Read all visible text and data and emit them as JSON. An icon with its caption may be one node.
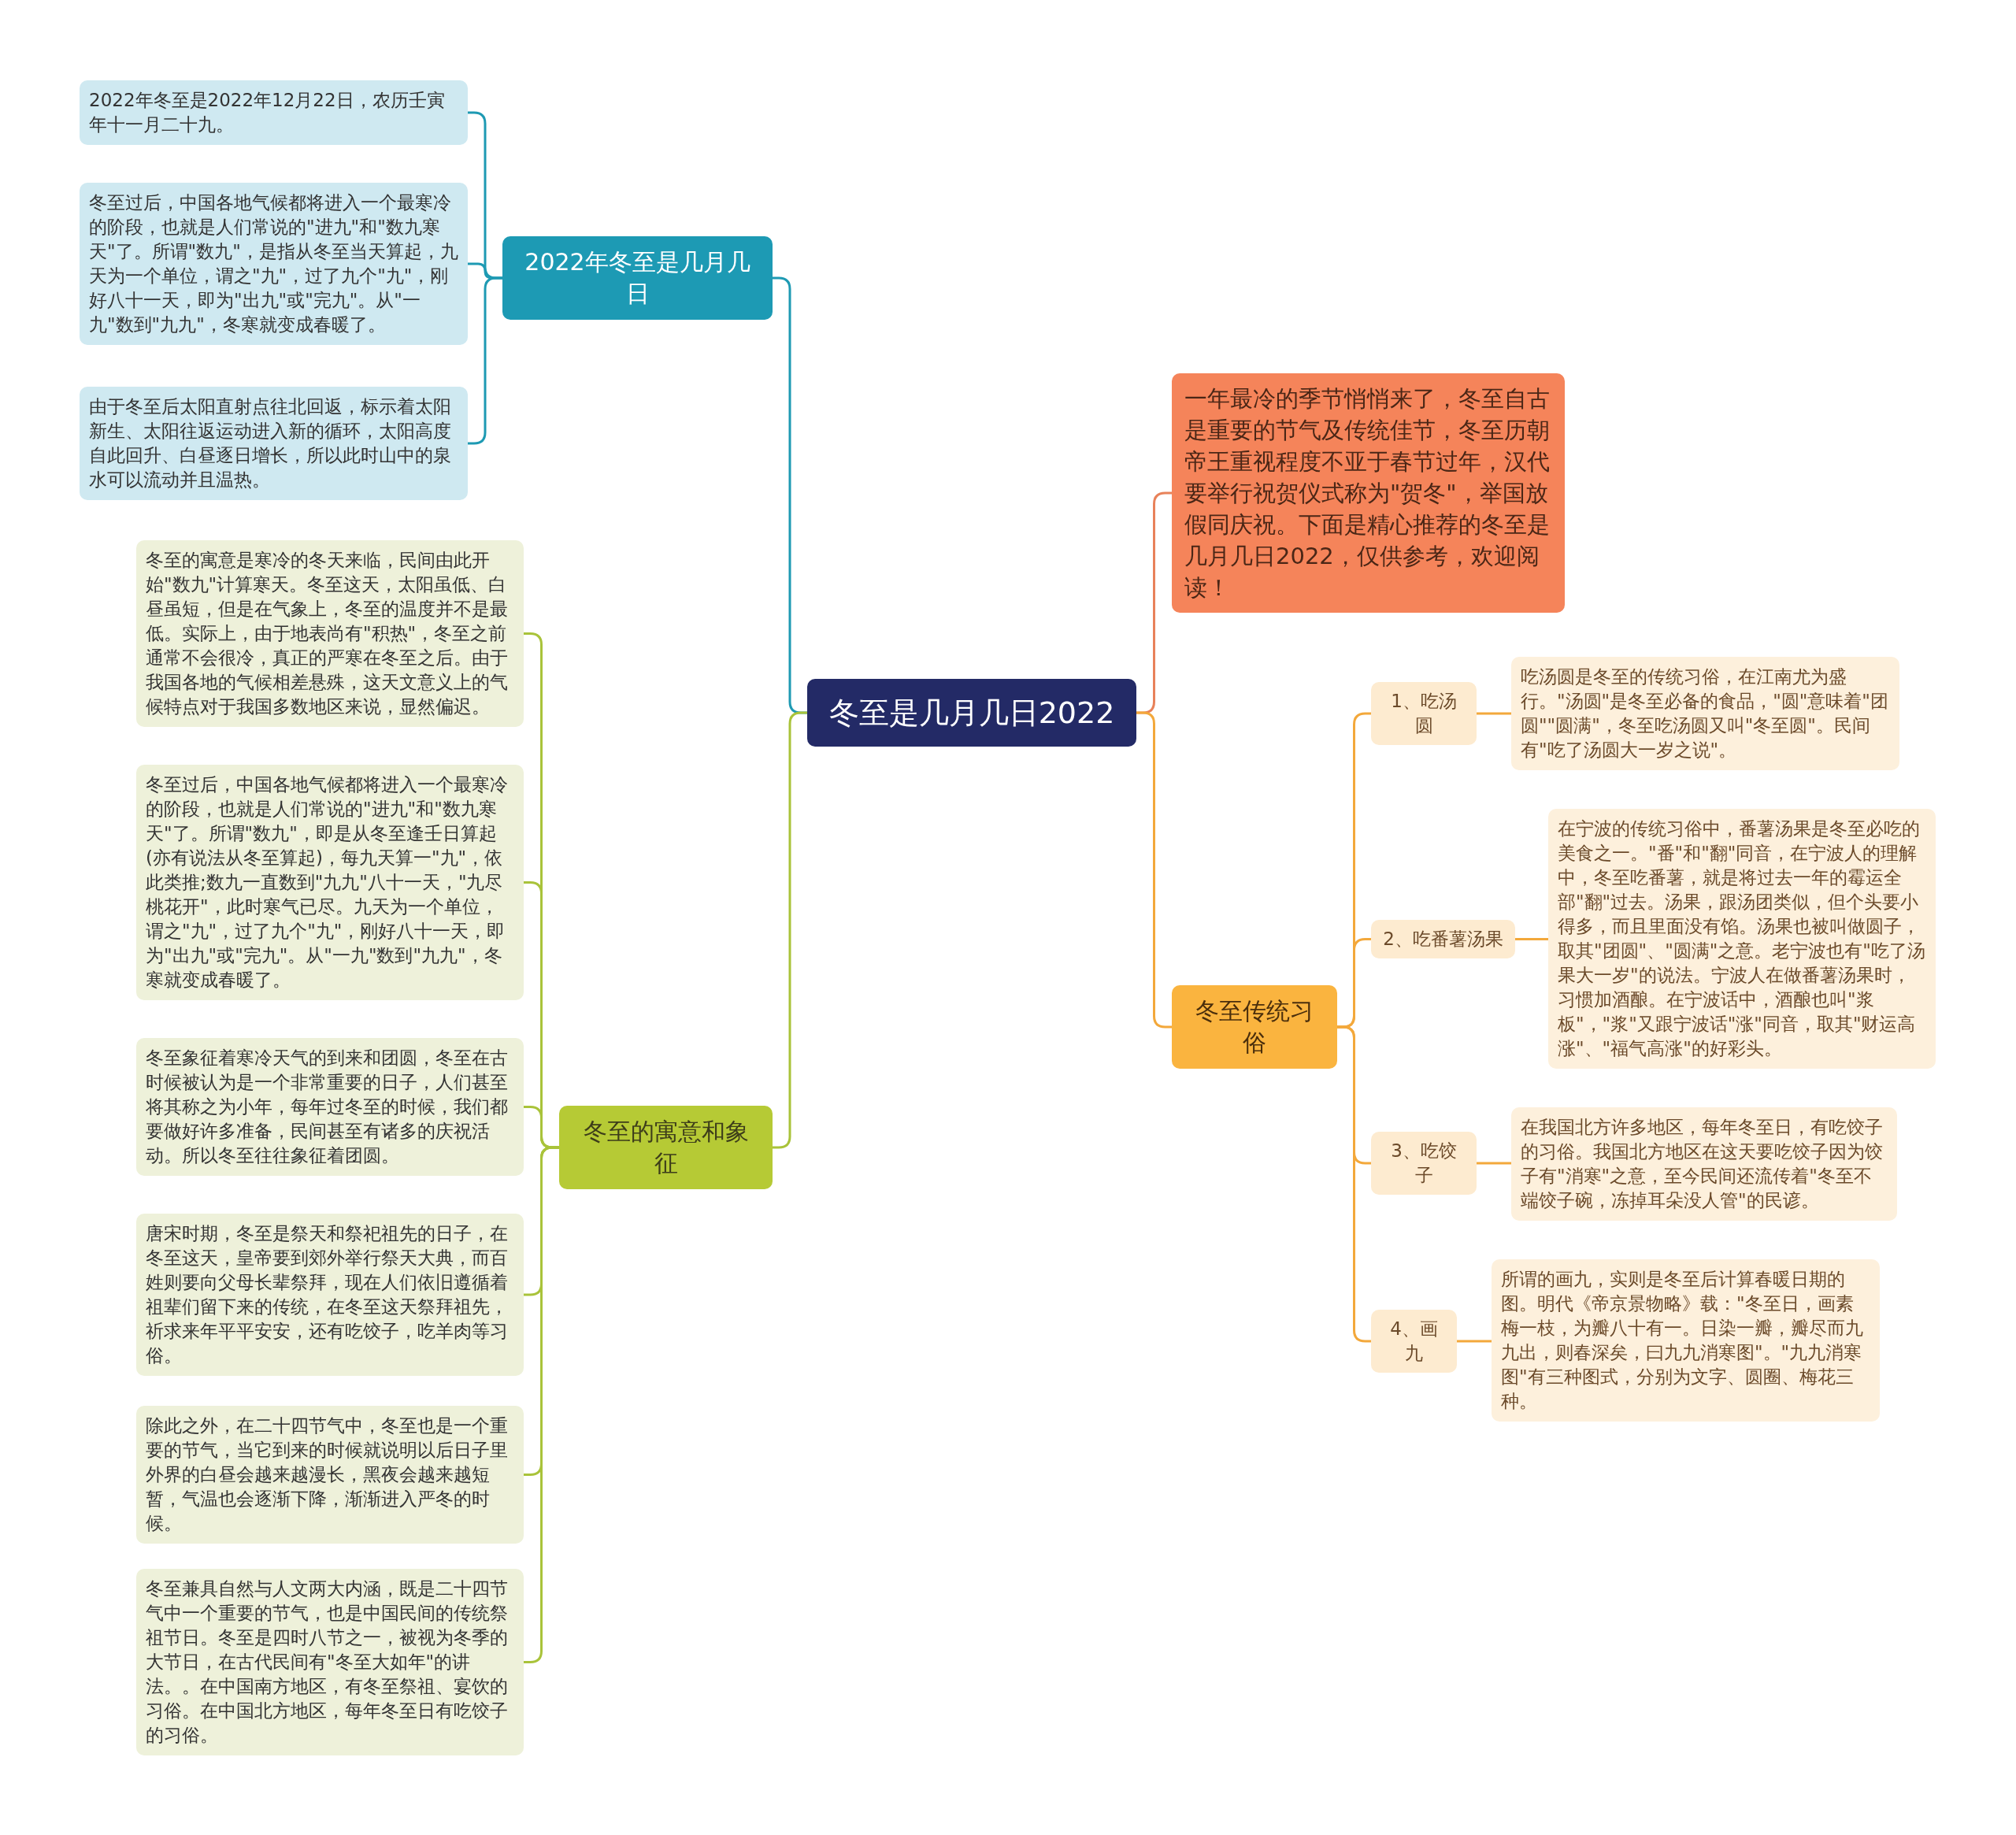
{
  "diagram": {
    "nodes": [
      {
        "text": [
          "冬至是几月几日2022"
        ]
      },
      {
        "text": [
          "2022年冬至是几月几日"
        ]
      },
      {
        "text": [
          "2022年冬至是2022年12月22日，农历壬寅年十一月二十九。"
        ]
      },
      {
        "text": [
          "冬至过后，中国各地气候都将进入一个最寒冷的阶段，也就是人们常说的\"进九\"和\"数九寒天\"了。所谓\"数九\"，是指从冬至当天算起，九天为一个单位，谓之\"九\"，过了九个\"九\"，刚好八十一天，即为\"出九\"或\"完九\"。从\"一九\"数到\"九九\"，冬寒就变成春暖了。"
        ]
      },
      {
        "text": [
          "由于冬至后太阳直射点往北回返，标示着太阳新生、太阳往返运动进入新的循环，太阳高度自此回升、白昼逐日增长，所以此时山中的泉水可以流动并且温热。"
        ]
      },
      {
        "text": [
          "冬至的寓意和象征"
        ]
      },
      {
        "text": [
          "冬至的寓意是寒冷的冬天来临，民间由此开始\"数九\"计算寒天。冬至这天，太阳虽低、白昼虽短，但是在气象上，冬至的温度并不是最低。实际上，由于地表尚有\"积热\"，冬至之前通常不会很冷，真正的严寒在冬至之后。由于我国各地的气候相差悬殊，这天文意义上的气候特点对于我国多数地区来说，显然偏迟。"
        ]
      },
      {
        "text": [
          "冬至过后，中国各地气候都将进入一个最寒冷的阶段，也就是人们常说的\"进九\"和\"数九寒天\"了。所谓\"数九\"，即是从冬至逢壬日算起(亦有说法从冬至算起)，每九天算一\"九\"，依此类推;数九一直数到\"九九\"八十一天，\"九尽桃花开\"，此时寒气已尽。九天为一个单位，谓之\"九\"，过了九个\"九\"，刚好八十一天，即为\"出九\"或\"完九\"。从\"一九\"数到\"九九\"，冬寒就变成春暖了。"
        ]
      },
      {
        "text": [
          "冬至象征着寒冷天气的到来和团圆，冬至在古时候被认为是一个非常重要的日子，人们甚至将其称之为小年，每年过冬至的时候，我们都要做好许多准备，民间甚至有诸多的庆祝活动。所以冬至往往象征着团圆。"
        ]
      },
      {
        "text": [
          "唐宋时期，冬至是祭天和祭祀祖先的日子，在冬至这天，皇帝要到郊外举行祭天大典，而百姓则要向父母长辈祭拜，现在人们依旧遵循着祖辈们留下来的传统，在冬至这天祭拜祖先，祈求来年平平安安，还有吃饺子，吃羊肉等习俗。"
        ]
      },
      {
        "text": [
          "除此之外，在二十四节气中，冬至也是一个重要的节气，当它到来的时候就说明以后日子里外界的白昼会越来越漫长，黑夜会越来越短暂，气温也会逐渐下降，渐渐进入严冬的时候。"
        ]
      },
      {
        "text": [
          "冬至兼具自然与人文两大内涵，既是二十四节气中一个重要的节气，也是中国民间的传统祭祖节日。冬至是四时八节之一，被视为冬季的大节日，在古代民间有\"冬至大如年\"的讲法。。在中国南方地区，有冬至祭祖、宴饮的习俗。在中国北方地区，每年冬至日有吃饺子的习俗。"
        ]
      },
      {
        "text": [
          "一年最冷的季节悄悄来了，冬至自古是重要的节气及传统佳节，冬至历朝帝王重视程度不亚于春节过年，汉代要举行祝贺仪式称为\"贺冬\"，举国放假同庆祝。下面是精心推荐的冬至是几月几日2022，仅供参考，欢迎阅读！"
        ]
      },
      {
        "text": [
          "冬至传统习俗"
        ]
      },
      {
        "text": [
          "1、吃汤圆"
        ]
      },
      {
        "text": [
          "吃汤圆是冬至的传统习俗，在江南尤为盛行。\"汤圆\"是冬至必备的食品，\"圆\"意味着\"团圆\"\"圆满\"，冬至吃汤圆又叫\"冬至圆\"。民间有\"吃了汤圆大一岁之说\"。"
        ]
      },
      {
        "text": [
          "2、吃番薯汤果"
        ]
      },
      {
        "text": [
          "在宁波的传统习俗中，番薯汤果是冬至必吃的美食之一。\"番\"和\"翻\"同音，在宁波人的理解中，冬至吃番薯，就是将过去一年的霉运全部\"翻\"过去。汤果，跟汤团类似，但个头要小得多，而且里面没有馅。汤果也被叫做圆子，取其\"团圆\"、\"圆满\"之意。老宁波也有\"吃了汤果大一岁\"的说法。宁波人在做番薯汤果时，习惯加酒酿。在宁波话中，酒酿也叫\"浆板\"，\"浆\"又跟宁波话\"涨\"同音，取其\"财运高涨\"、\"福气高涨\"的好彩头。"
        ]
      },
      {
        "text": [
          "3、吃饺子"
        ]
      },
      {
        "text": [
          "在我国北方许多地区，每年冬至日，有吃饺子的习俗。我国北方地区在这天要吃饺子因为饺子有\"消寒\"之意，至今民间还流传着\"冬至不端饺子碗，冻掉耳朵没人管\"的民谚。"
        ]
      },
      {
        "text": [
          "4、画九"
        ]
      },
      {
        "text": [
          "所谓的画九，实则是冬至后计算春暖日期的图。明代《帝京景物略》载：\"冬至日，画素梅一枝，为瓣八十有一。日染一瓣，瓣尽而九九出，则春深矣，曰九九消寒图\"。\"九九消寒图\"有三种图式，分别为文字、圆圈、梅花三种。"
        ]
      }
    ],
    "edges": [
      {
        "from": 0,
        "to": 1,
        "arrow": "none",
        "color": "#1e9ab3"
      },
      {
        "from": 1,
        "to": 2,
        "arrow": "none",
        "color": "#1e9ab3"
      },
      {
        "from": 1,
        "to": 3,
        "arrow": "none",
        "color": "#1e9ab3"
      },
      {
        "from": 1,
        "to": 4,
        "arrow": "none",
        "color": "#1e9ab3"
      },
      {
        "from": 0,
        "to": 5,
        "arrow": "none",
        "color": "#a9c33a"
      },
      {
        "from": 5,
        "to": 6,
        "arrow": "none",
        "color": "#a9c33a"
      },
      {
        "from": 5,
        "to": 7,
        "arrow": "none",
        "color": "#a9c33a"
      },
      {
        "from": 5,
        "to": 8,
        "arrow": "none",
        "color": "#a9c33a"
      },
      {
        "from": 5,
        "to": 9,
        "arrow": "none",
        "color": "#a9c33a"
      },
      {
        "from": 5,
        "to": 10,
        "arrow": "none",
        "color": "#a9c33a"
      },
      {
        "from": 5,
        "to": 11,
        "arrow": "none",
        "color": "#a9c33a"
      },
      {
        "from": 0,
        "to": 12,
        "arrow": "none",
        "color": "#e8825a"
      },
      {
        "from": 0,
        "to": 13,
        "arrow": "none"
      },
      {
        "from": 13,
        "to": 14,
        "arrow": "none"
      },
      {
        "from": 14,
        "to": 15,
        "arrow": "none"
      },
      {
        "from": 13,
        "to": 16,
        "arrow": "none"
      },
      {
        "from": 16,
        "to": 17,
        "arrow": "none"
      },
      {
        "from": 13,
        "to": 18,
        "arrow": "none"
      },
      {
        "from": 18,
        "to": 19,
        "arrow": "none"
      },
      {
        "from": 13,
        "to": 20,
        "arrow": "none"
      },
      {
        "from": 20,
        "to": 21,
        "arrow": "none"
      }
    ]
  }
}
